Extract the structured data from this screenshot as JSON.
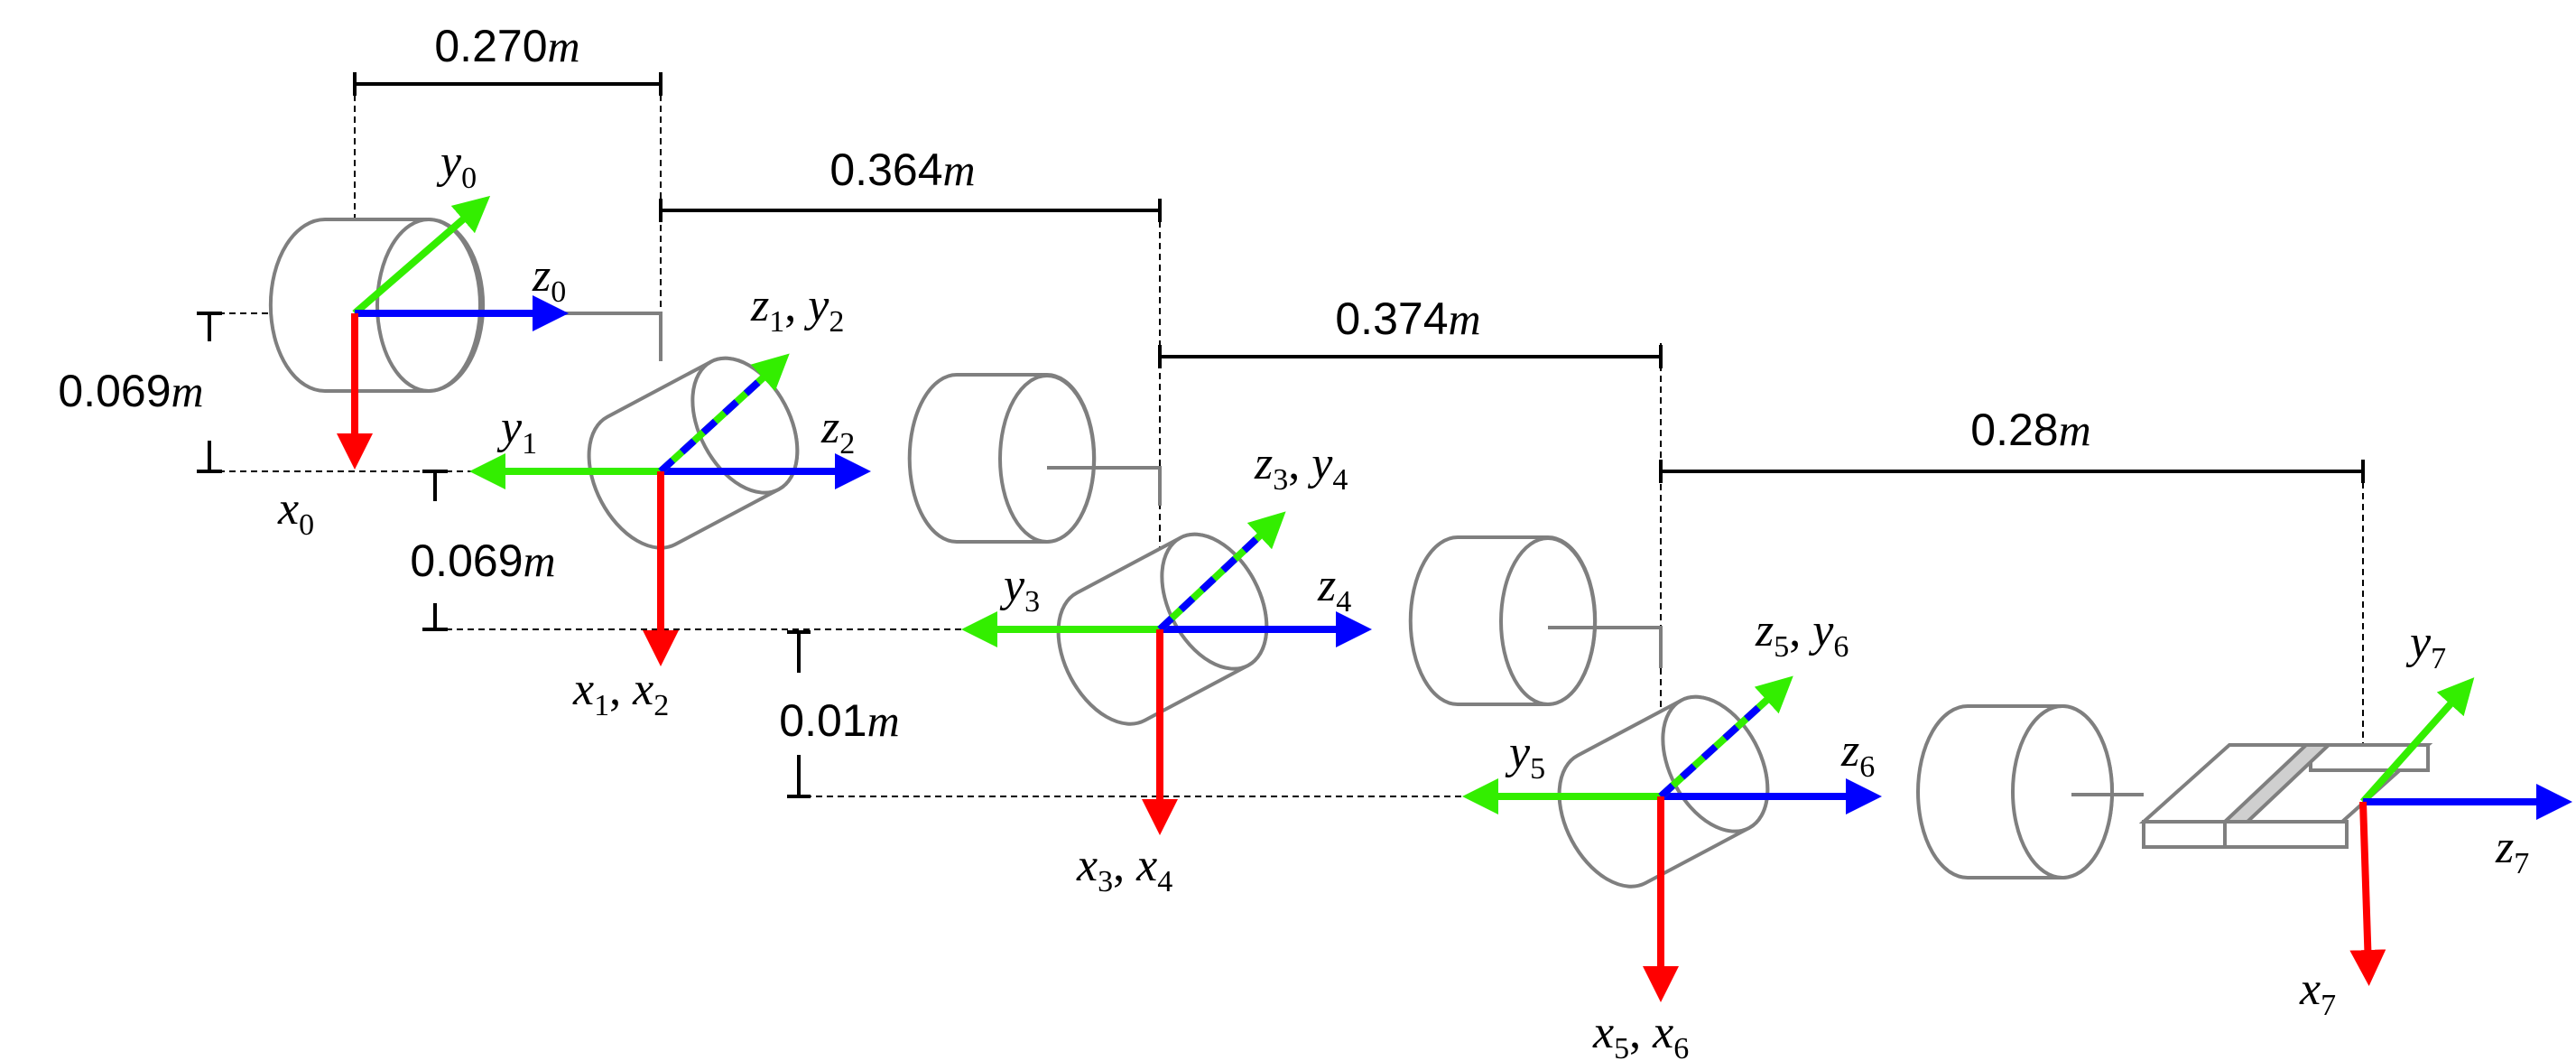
{
  "dimensions": {
    "d_0270": {
      "value": "0.270",
      "unit": "m"
    },
    "d_0364": {
      "value": "0.364",
      "unit": "m"
    },
    "d_0374": {
      "value": "0.374",
      "unit": "m"
    },
    "d_028": {
      "value": "0.28",
      "unit": "m"
    },
    "v_0069a": {
      "value": "0.069",
      "unit": "m"
    },
    "v_0069b": {
      "value": "0.069",
      "unit": "m"
    },
    "v_001": {
      "value": "0.01",
      "unit": "m"
    }
  },
  "frames": {
    "y0": {
      "base": "y",
      "sub": "0"
    },
    "z0": {
      "base": "z",
      "sub": "0"
    },
    "x0": {
      "base": "x",
      "sub": "0"
    },
    "z1y2": {
      "a": "z",
      "as": "1",
      "b": "y",
      "bs": "2"
    },
    "y1": {
      "base": "y",
      "sub": "1"
    },
    "z2": {
      "base": "z",
      "sub": "2"
    },
    "x1x2": {
      "a": "x",
      "as": "1",
      "b": "x",
      "bs": "2"
    },
    "z3y4": {
      "a": "z",
      "as": "3",
      "b": "y",
      "bs": "4"
    },
    "y3": {
      "base": "y",
      "sub": "3"
    },
    "z4": {
      "base": "z",
      "sub": "4"
    },
    "x3x4": {
      "a": "x",
      "as": "3",
      "b": "x",
      "bs": "4"
    },
    "z5y6": {
      "a": "z",
      "as": "5",
      "b": "y",
      "bs": "6"
    },
    "y5": {
      "base": "y",
      "sub": "5"
    },
    "z6": {
      "base": "z",
      "sub": "6"
    },
    "x5x6": {
      "a": "x",
      "as": "5",
      "b": "x",
      "bs": "6"
    },
    "y7": {
      "base": "y",
      "sub": "7"
    },
    "z7": {
      "base": "z",
      "sub": "7"
    },
    "x7": {
      "base": "x",
      "sub": "7"
    }
  },
  "colors": {
    "x_axis": "#ff0000",
    "y_axis": "#33ee00",
    "z_axis": "#0000ff",
    "link": "#7f7f7f"
  }
}
